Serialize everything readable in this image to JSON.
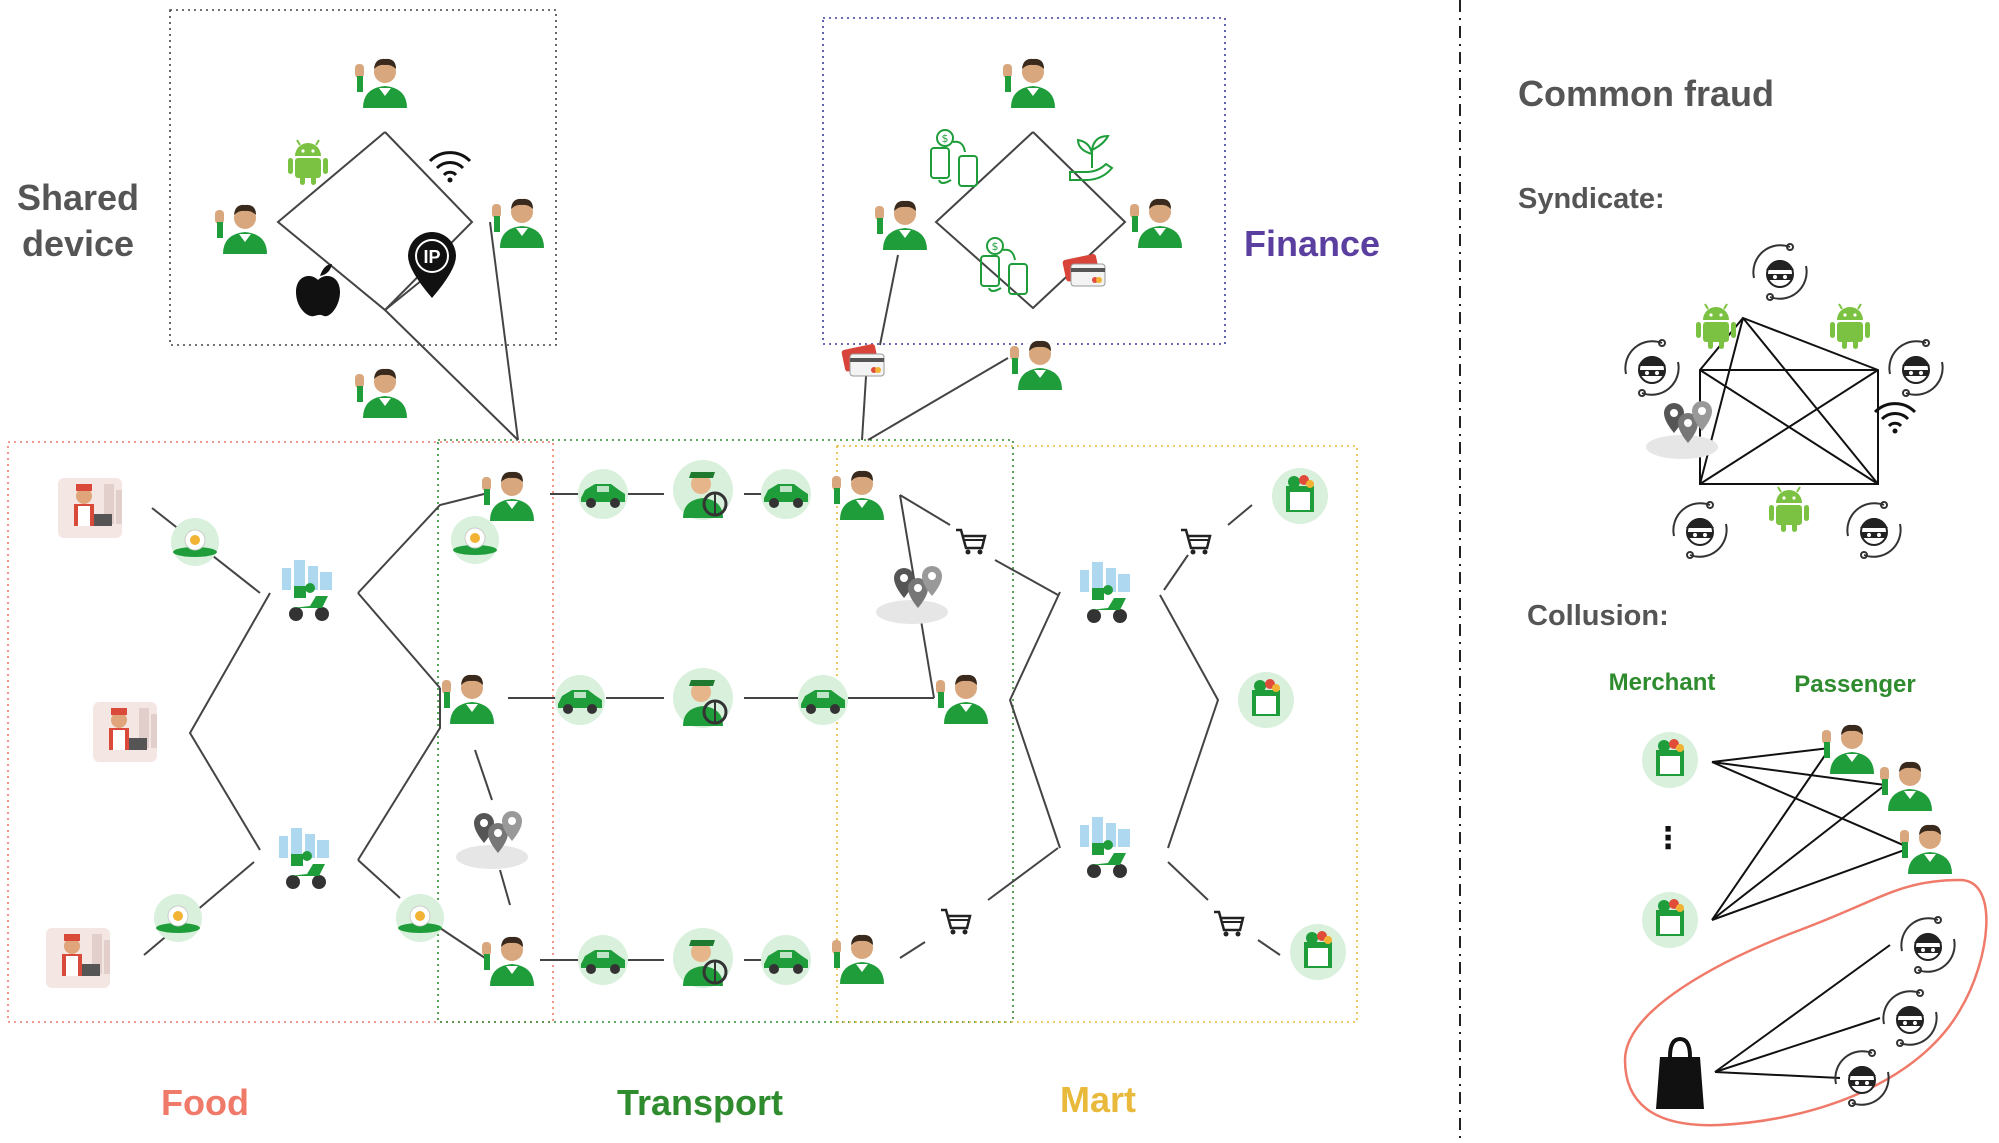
{
  "labels": {
    "shared_device": [
      "Shared",
      "device"
    ],
    "finance": "Finance",
    "food": "Food",
    "transport": "Transport",
    "mart": "Mart",
    "common_fraud": "Common fraud",
    "syndicate": "Syndicate:",
    "collusion": "Collusion:",
    "merchant": "Merchant",
    "passenger": "Passenger",
    "ellipsis": "⋮",
    "ip": "IP"
  },
  "colors": {
    "food": "#f07a6a",
    "transport": "#2e8b2e",
    "mart": "#e8b93a",
    "finance": "#5a3fa0",
    "heading": "#555555",
    "grab_green": "#1f9d3a",
    "android_green": "#7cc242",
    "collusion_outline": "#f07a6a"
  },
  "icons": {
    "person": "waving-person-icon",
    "fraudster": "masked-fraudster-icon",
    "chef": "chef-merchant-icon",
    "food": "food-dish-icon",
    "scooter": "delivery-scooter-icon",
    "car": "car-icon",
    "driver": "driver-icon",
    "cart": "shopping-cart-icon",
    "store": "mart-store-icon",
    "pins": "location-pins-icon",
    "android": "android-icon",
    "apple": "apple-icon",
    "wifi": "wifi-icon",
    "ip": "ip-pin-icon",
    "card": "credit-card-icon",
    "transfer": "money-transfer-icon",
    "investment": "investment-icon",
    "bag": "shopping-bag-icon"
  }
}
